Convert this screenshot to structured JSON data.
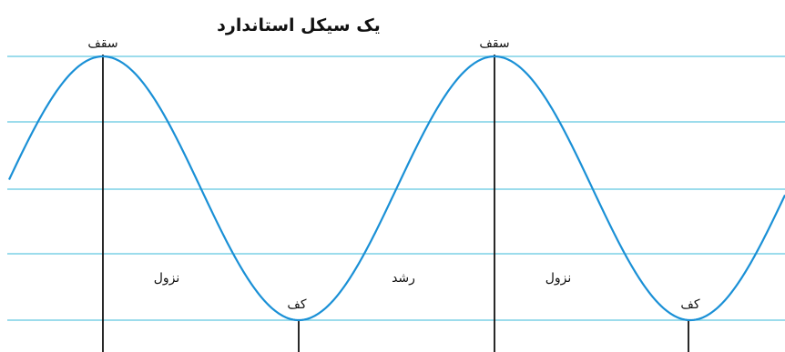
{
  "title": "یک سیکل استاندارد",
  "colors": {
    "wave": "#1a90d6",
    "grid": "#62c6e0",
    "marker": "#111111",
    "text": "#111111"
  },
  "labels": {
    "peak_1": "سقف",
    "peak_2": "سقف",
    "trough_1": "کف",
    "trough_2": "کف",
    "phase_1": "نزول",
    "phase_2": "رشد",
    "phase_3": "نزول"
  }
}
